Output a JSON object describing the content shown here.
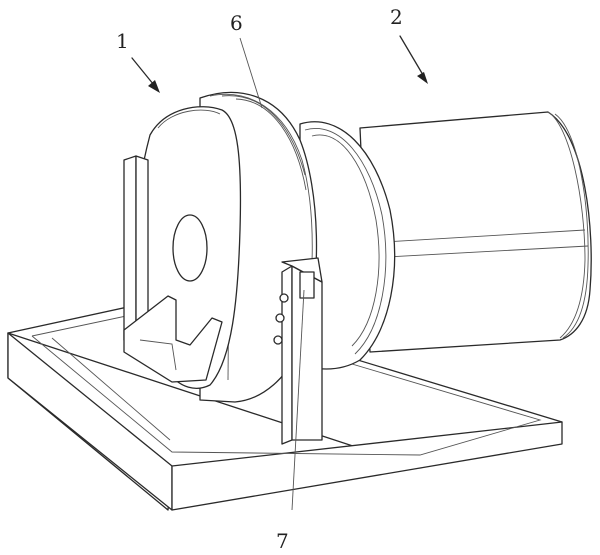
{
  "labels": {
    "label_1": "1",
    "label_2": "2",
    "label_6": "6",
    "label_7": "7"
  }
}
